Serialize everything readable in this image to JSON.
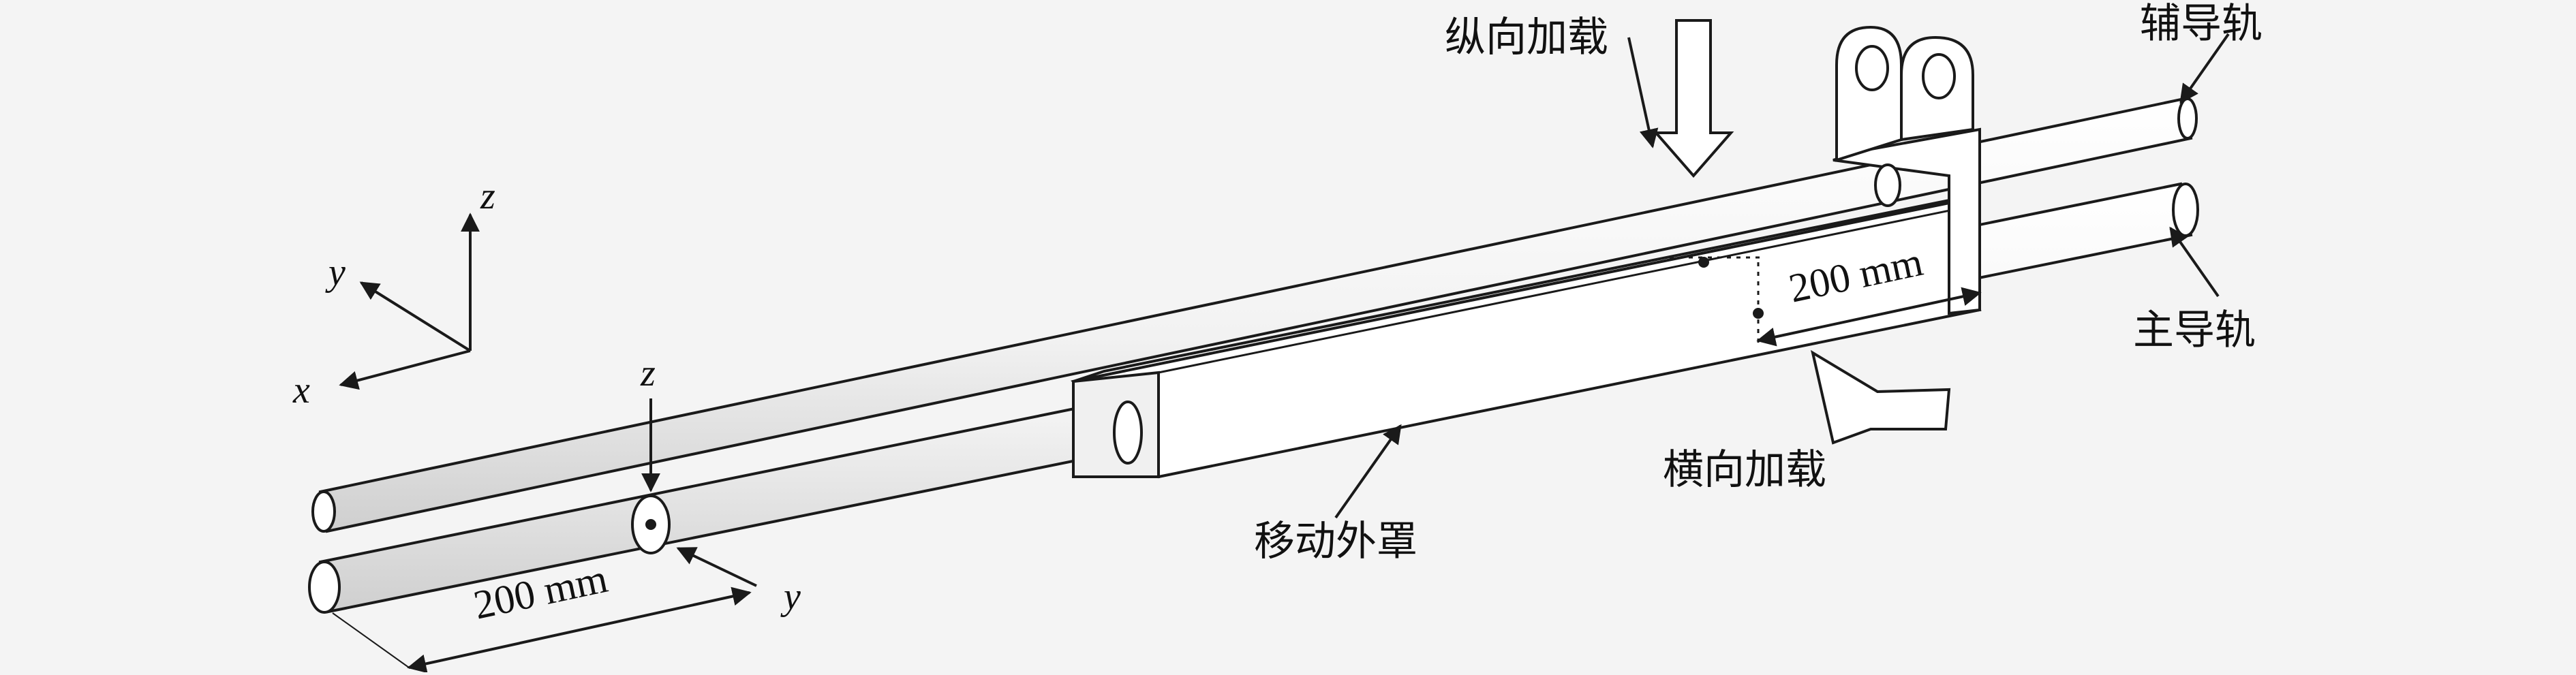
{
  "labels": {
    "longitudinal_load": "纵向加载",
    "lateral_load": "横向加载",
    "aux_rail": "辅导轨",
    "main_rail": "主导轨",
    "moving_cover": "移动外罩",
    "dim_left": "200 mm",
    "dim_right": "200 mm"
  },
  "axes": {
    "global_z": "z",
    "global_y": "y",
    "global_x": "x",
    "local_z": "z",
    "local_y": "y"
  },
  "colors": {
    "line": "#1a1a1a",
    "fill": "#ffffff",
    "background": "#f4f4f4"
  }
}
